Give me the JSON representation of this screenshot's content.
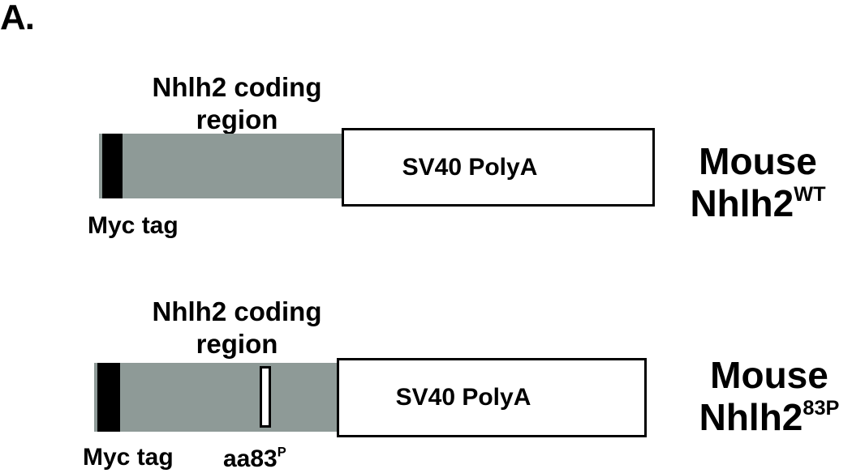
{
  "panel_label": "A.",
  "constructs": [
    {
      "coding_region_label_line1": "Nhlh2 coding",
      "coding_region_label_line2": "region",
      "polya_label": "SV40 PolyA",
      "tag_label": "Myc tag",
      "name_line1": "Mouse",
      "name_base": "Nhlh2",
      "name_sup": "WT",
      "colors": {
        "coding": "#8e9a97",
        "tag": "#000000",
        "polya_fill": "#ffffff"
      }
    },
    {
      "coding_region_label_line1": "Nhlh2 coding",
      "coding_region_label_line2": "region",
      "polya_label": "SV40 PolyA",
      "tag_label": "Myc tag",
      "mutation_label_base": "aa83",
      "mutation_label_sup": "P",
      "name_line1": "Mouse",
      "name_base": "Nhlh2",
      "name_sup": "83P",
      "colors": {
        "coding": "#8e9a97",
        "tag": "#000000",
        "mutation_fill": "#ffffff",
        "polya_fill": "#ffffff"
      }
    }
  ]
}
